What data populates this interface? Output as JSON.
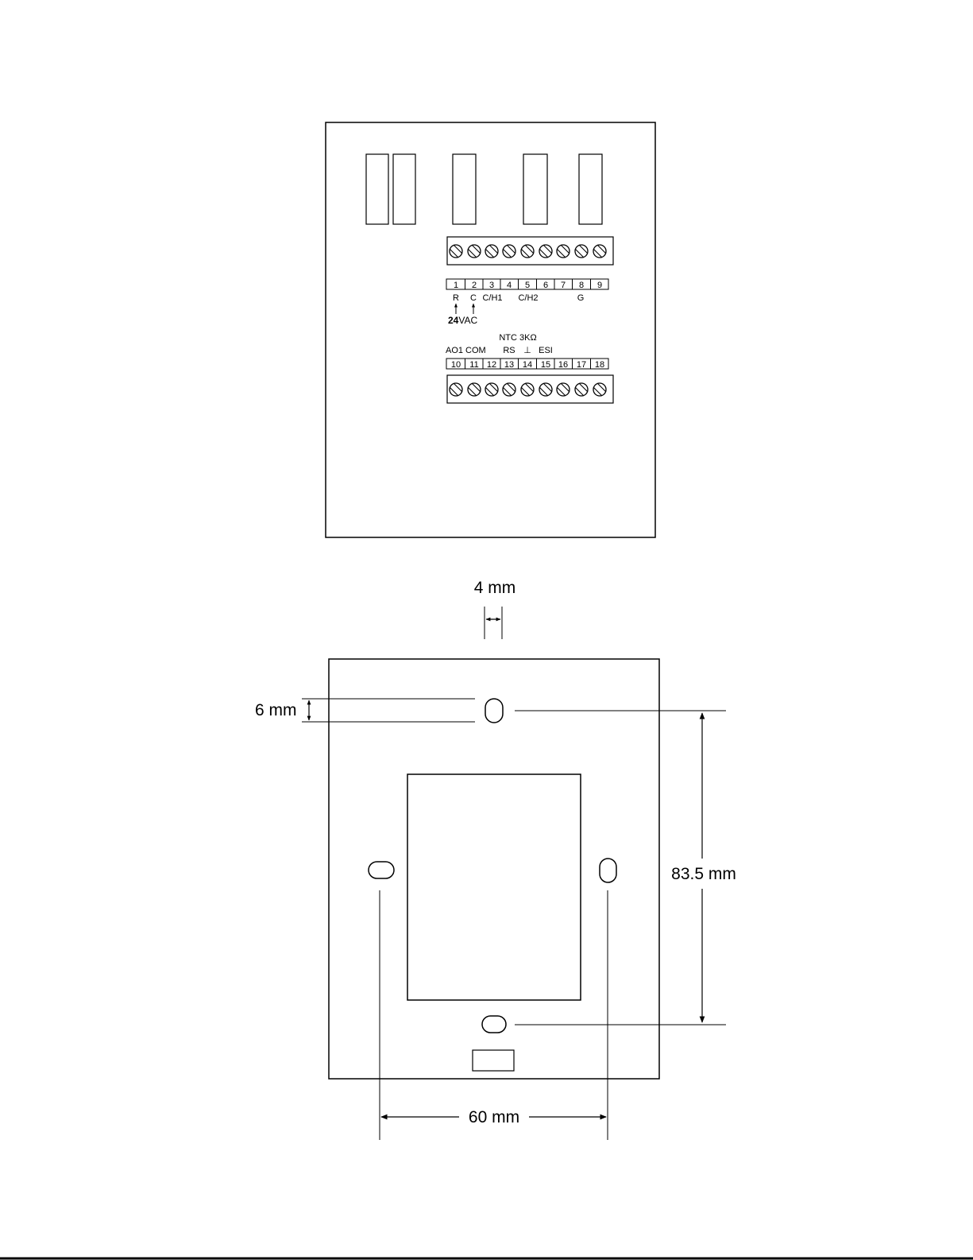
{
  "wiring": {
    "top_terminals": [
      "1",
      "2",
      "3",
      "4",
      "5",
      "6",
      "7",
      "8",
      "9"
    ],
    "top_labels": {
      "r": "R",
      "c": "C",
      "ch1": "C/H1",
      "ch2": "C/H2",
      "g": "G"
    },
    "power_label_bold": "24",
    "power_label": "VAC",
    "sensor_header": "NTC 3KΩ",
    "bottom_labels": {
      "ao1": "AO1",
      "com": "COM",
      "rs": "RS",
      "ground": "⊥",
      "esi": "ESI"
    },
    "bottom_terminals": [
      "10",
      "11",
      "12",
      "13",
      "14",
      "15",
      "16",
      "17",
      "18"
    ]
  },
  "mounting": {
    "dim_slot_width": "4 mm",
    "dim_slot_height": "6 mm",
    "dim_vertical": "83.5 mm",
    "dim_horizontal": "60 mm"
  }
}
